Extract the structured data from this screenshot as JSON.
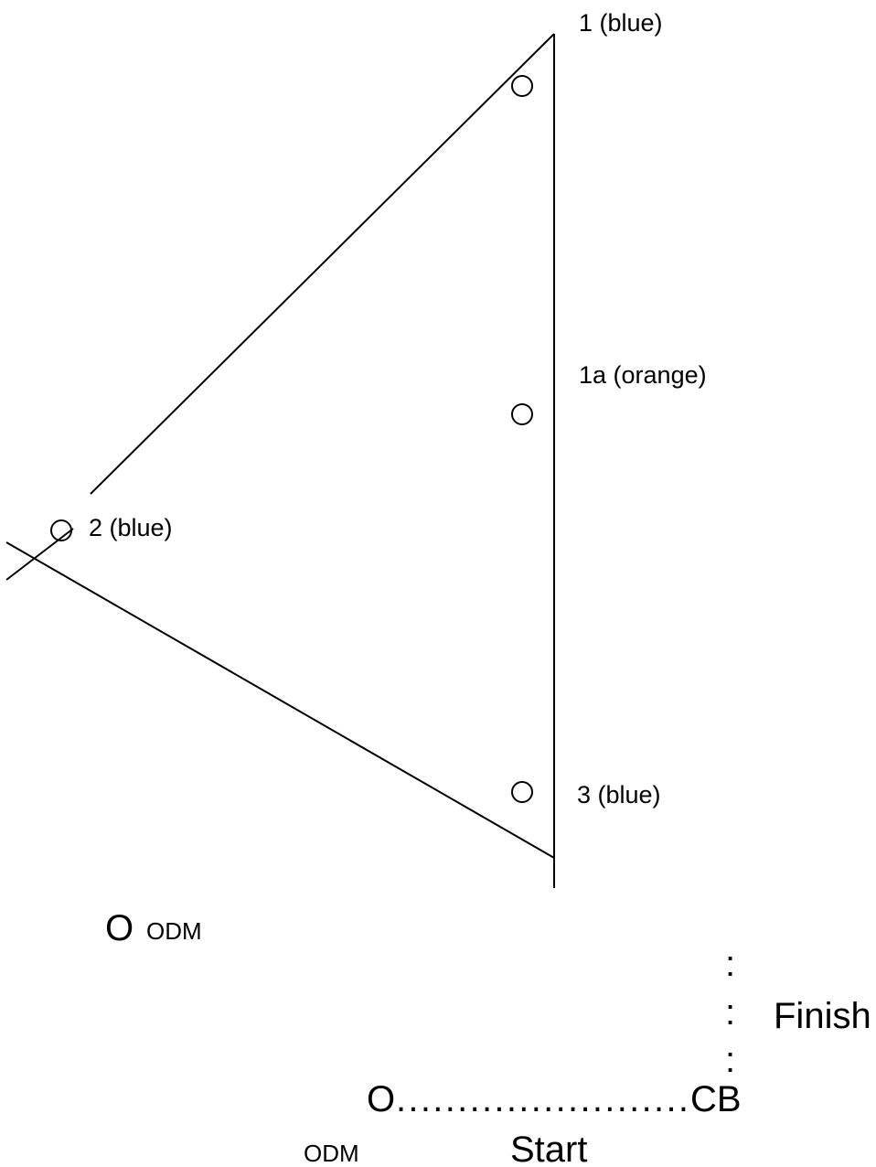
{
  "marks": {
    "mark1": "1 (blue)",
    "mark1a": "1a (orange)",
    "mark2": "2 (blue)",
    "mark3": "3 (blue)"
  },
  "odm_top": {
    "symbol": "O",
    "label": "ODM"
  },
  "finish": {
    "label": "Finish",
    "dots": ":"
  },
  "start_line": {
    "left_end": "O",
    "dots": "........................",
    "right_end": "CB",
    "odm_label": "ODM",
    "start_label": "Start"
  },
  "colors": {
    "line": "#000000",
    "background": "#ffffff"
  }
}
